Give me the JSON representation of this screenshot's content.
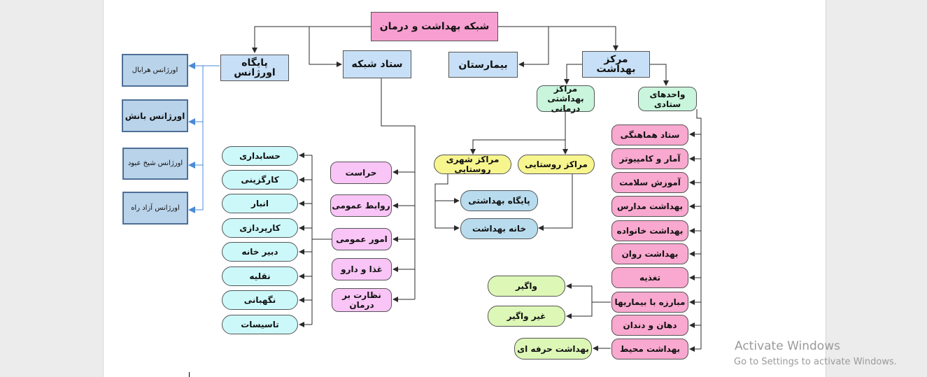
{
  "colors": {
    "root": "#f79fd0",
    "main": "#c7e0f7",
    "mint": "#c8f5dc",
    "pink": "#f9a8cf",
    "yellow": "#f7f58e",
    "lightblue": "#b8dcee",
    "lightgreen": "#ddf7b6",
    "cyan": "#ccf8fa",
    "lilac": "#f9c4f6",
    "steel": "#b9d3ea",
    "line": "#2a2a2a",
    "blueLine": "#4a8bd8"
  },
  "nodes": {
    "root": "شبکه بهداشت و درمان",
    "health_center": "مرکز بهداشت",
    "hospital": "بیمارستان",
    "network_hq": "ستاد شبکه",
    "emergency_base": "پایگاه اورژانس",
    "staff_units": "واحدهای ستادی",
    "health_treatment_centers": "مراکز بهداشتی درمانی",
    "rural_centers": "مراکز روستایی",
    "urban_rural_centers": "مراکز شهری روستایی",
    "health_base": "پایگاه بهداشتی",
    "health_house": "خانه بهداشت",
    "staff_list": [
      "ستاد هماهنگی",
      "آمار و کامپیوتر",
      "آموزش سلامت",
      "بهداشت مدارس",
      "بهداشت خانواده",
      "بهداشت روان",
      "تغذیه",
      "مبارزه با بیماریها",
      "دهان و دندان",
      "بهداشت محیط"
    ],
    "contagious": "واگیر",
    "non_contagious": "غیر واگیر",
    "occupational_health": "بهداشت حرفه ای",
    "network_list": [
      "حراست",
      "روابط عمومی",
      "امور عمومی",
      "غذا و دارو",
      "نظارت بر درمان"
    ],
    "general_affairs_list": [
      "حسابداری",
      "کارگزینی",
      "انبار",
      "کارپردازی",
      "دبیر خانه",
      "نقلیه",
      "نگهبانی",
      "تاسیسات"
    ],
    "emergency_list": [
      "اورژانس هرابال",
      "اورژانس بانش",
      "اورژانس شیخ عبود",
      "اورژانس آزاد راه"
    ]
  },
  "watermark": {
    "title": "Activate Windows",
    "subtitle": "Go to Settings to activate Windows."
  }
}
